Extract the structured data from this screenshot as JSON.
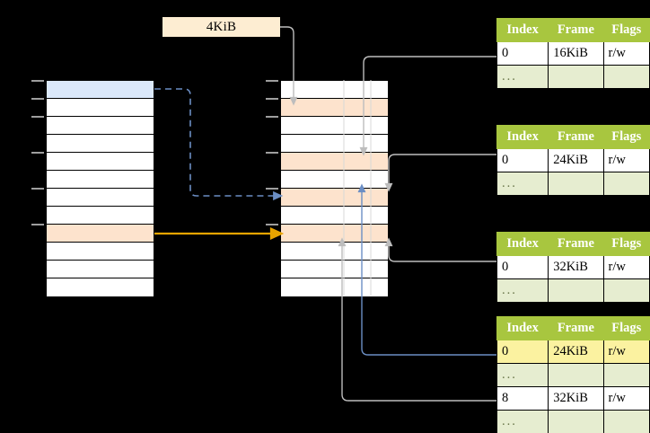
{
  "diagram": {
    "title_label": "4KiB",
    "colors": {
      "accent_green": "#a8c63f",
      "header_text": "#ffffff",
      "ellipsis_row": "#e6edd0",
      "highlight_yellow": "#fbf2a0",
      "peach_cell": "#fde3cd",
      "blue_cell": "#dbe8fa",
      "orange_arrow": "#e8a400",
      "blue_arrow": "#6b8ec4",
      "grey_wire": "#bdbdbd"
    }
  },
  "left_column": {
    "name": "virtual-address-space",
    "rows": [
      {
        "index": 0,
        "fill": "blue"
      },
      {
        "index": 1,
        "fill": "white"
      },
      {
        "index": 2,
        "fill": "white"
      },
      {
        "index": 3,
        "fill": "white"
      },
      {
        "index": 4,
        "fill": "white"
      },
      {
        "index": 5,
        "fill": "white"
      },
      {
        "index": 6,
        "fill": "white"
      },
      {
        "index": 7,
        "fill": "white"
      },
      {
        "index": 8,
        "fill": "peach"
      },
      {
        "index": 9,
        "fill": "white"
      },
      {
        "index": 10,
        "fill": "white"
      },
      {
        "index": 11,
        "fill": "white"
      }
    ]
  },
  "middle_column": {
    "name": "physical-memory",
    "rows": [
      {
        "index": 0,
        "fill": "white"
      },
      {
        "index": 1,
        "fill": "peach"
      },
      {
        "index": 2,
        "fill": "white"
      },
      {
        "index": 3,
        "fill": "white"
      },
      {
        "index": 4,
        "fill": "peach"
      },
      {
        "index": 5,
        "fill": "white"
      },
      {
        "index": 6,
        "fill": "peach"
      },
      {
        "index": 7,
        "fill": "white"
      },
      {
        "index": 8,
        "fill": "peach"
      },
      {
        "index": 9,
        "fill": "white"
      },
      {
        "index": 10,
        "fill": "white"
      },
      {
        "index": 11,
        "fill": "white"
      }
    ]
  },
  "tables": [
    {
      "name": "page-table-1",
      "headers": [
        "Index",
        "Frame",
        "Flags"
      ],
      "rows": [
        {
          "cells": [
            "0",
            "16KiB",
            "r/w"
          ],
          "style": "normal",
          "highlight": []
        },
        {
          "cells": [
            "...",
            "",
            ""
          ],
          "style": "ellipsis",
          "highlight": []
        }
      ]
    },
    {
      "name": "page-table-2",
      "headers": [
        "Index",
        "Frame",
        "Flags"
      ],
      "rows": [
        {
          "cells": [
            "0",
            "24KiB",
            "r/w"
          ],
          "style": "normal",
          "highlight": []
        },
        {
          "cells": [
            "...",
            "",
            ""
          ],
          "style": "ellipsis",
          "highlight": []
        }
      ]
    },
    {
      "name": "page-table-3",
      "headers": [
        "Index",
        "Frame",
        "Flags"
      ],
      "rows": [
        {
          "cells": [
            "0",
            "32KiB",
            "r/w"
          ],
          "style": "normal",
          "highlight": []
        },
        {
          "cells": [
            "...",
            "",
            ""
          ],
          "style": "ellipsis",
          "highlight": []
        }
      ]
    },
    {
      "name": "page-table-4",
      "headers": [
        "Index",
        "Frame",
        "Flags"
      ],
      "rows": [
        {
          "cells": [
            "0",
            "24KiB",
            "r/w"
          ],
          "style": "normal",
          "highlight": [
            0,
            1,
            2
          ]
        },
        {
          "cells": [
            "...",
            "",
            ""
          ],
          "style": "ellipsis",
          "highlight": []
        },
        {
          "cells": [
            "8",
            "32KiB",
            "r/w"
          ],
          "style": "normal",
          "highlight": []
        },
        {
          "cells": [
            "...",
            "",
            ""
          ],
          "style": "ellipsis",
          "highlight": []
        }
      ]
    }
  ]
}
